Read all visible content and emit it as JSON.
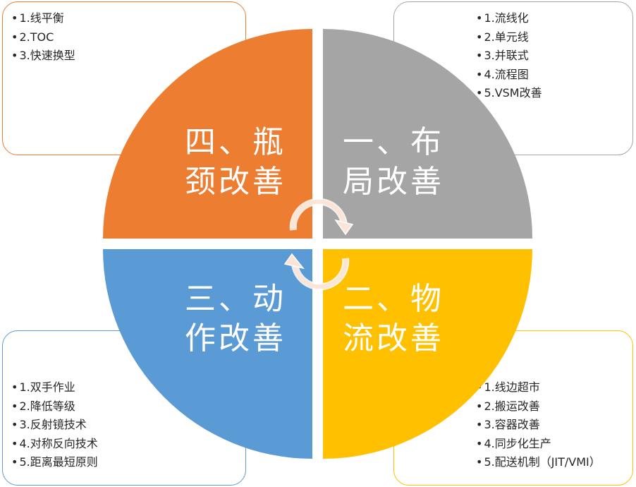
{
  "quadrants": {
    "top_left": {
      "title_line1": "四、瓶",
      "title_line2": "颈改善",
      "color": "#ED7D31",
      "items": [
        "1.线平衡",
        "2.TOC",
        "3.快速换型"
      ]
    },
    "top_right": {
      "title_line1": "一、布",
      "title_line2": "局改善",
      "color": "#A5A5A5",
      "items": [
        "1.流线化",
        "2.单元线",
        "3.并联式",
        "4.流程图",
        "5.VSM改善"
      ]
    },
    "bottom_left": {
      "title_line1": "三、动",
      "title_line2": "作改善",
      "color": "#5B9BD5",
      "items": [
        "1.双手作业",
        "2.降低等级",
        "3.反射镜技术",
        "4.对称反向技术",
        "5.距离最短原则"
      ]
    },
    "bottom_right": {
      "title_line1": "二、物",
      "title_line2": "流改善",
      "color": "#FFC000",
      "items": [
        "1.线边超市",
        "2.搬运改善",
        "3.容器改善",
        "4.同步化生产",
        "5.配送机制（JIT/VMI）"
      ]
    }
  },
  "center_icon": "circular-arrows-icon"
}
